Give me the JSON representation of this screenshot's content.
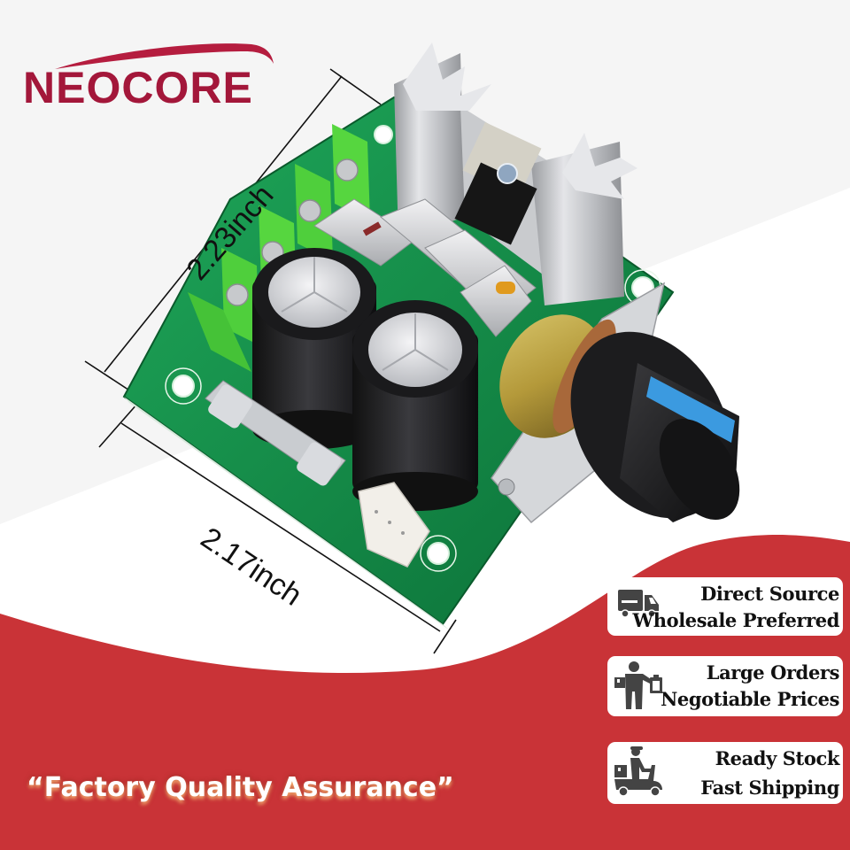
{
  "brand": {
    "name": "NEOCORE",
    "color": "#a3173a"
  },
  "product": {
    "subject": "PWM DC motor speed controller board",
    "dimensions": {
      "height_label": "2.23inch",
      "width_label": "2.17inch"
    }
  },
  "slogan": "“Factory Quality Assurance”",
  "badges": [
    {
      "icon": "truck-icon",
      "line1": "Direct Source",
      "line2": "Wholesale Preferred"
    },
    {
      "icon": "delivery-person-icon",
      "line1": "Large Orders",
      "line2": "Negotiable Prices"
    },
    {
      "icon": "scooter-courier-icon",
      "line1": "Ready Stock",
      "line2": "Fast Shipping"
    }
  ],
  "colors": {
    "accent_red": "#c93337",
    "background_gray": "#f5f5f5",
    "pcb_green": "#0f8a45",
    "terminal_green": "#4fcf3c",
    "knob_blue": "#3b9ae0",
    "icon_gray": "#444444"
  }
}
